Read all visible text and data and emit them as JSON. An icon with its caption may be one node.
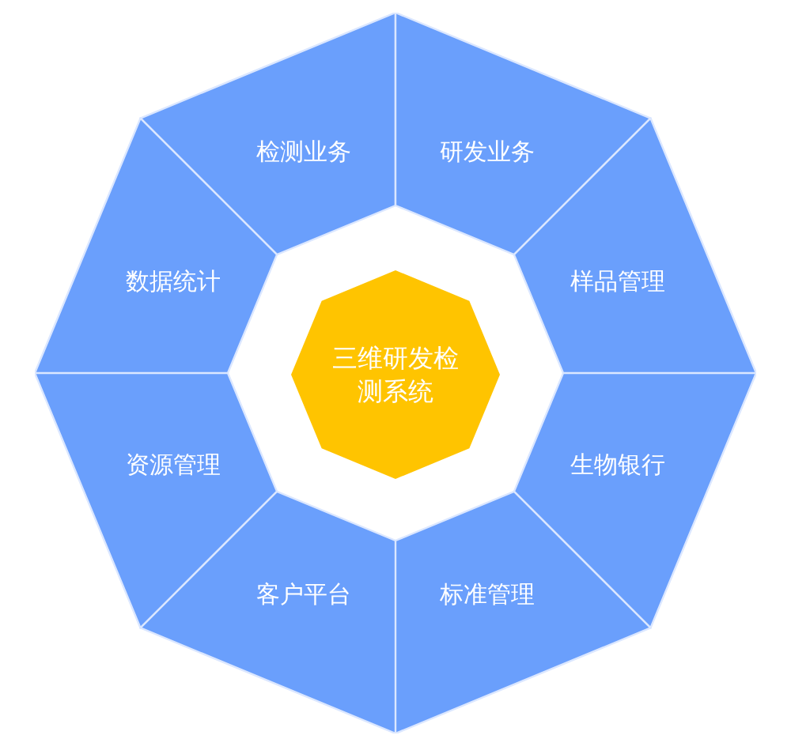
{
  "diagram": {
    "nodes": [
      {
        "text": [
          "检测业务"
        ]
      },
      {
        "text": [
          "研发业务"
        ]
      },
      {
        "text": [
          "数据统计"
        ]
      },
      {
        "text": [
          "样品管理"
        ]
      },
      {
        "text": [
          "三维研发检测系统"
        ]
      },
      {
        "text": [
          "资源管理"
        ]
      },
      {
        "text": [
          "生物银行"
        ]
      },
      {
        "text": [
          "客户平台"
        ]
      },
      {
        "text": [
          "标准管理"
        ]
      }
    ]
  }
}
